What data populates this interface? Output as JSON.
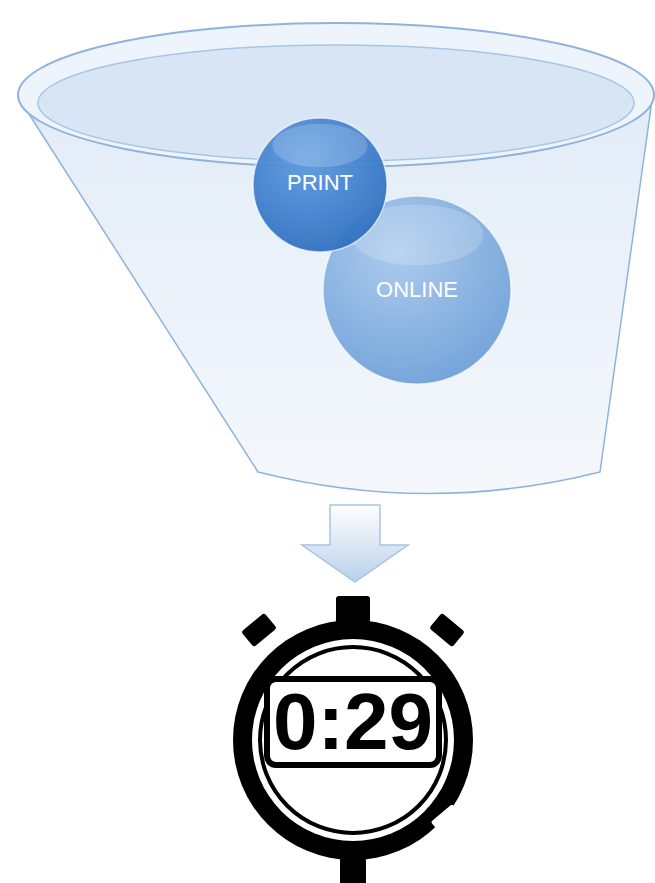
{
  "diagram": {
    "nodes": [
      {
        "text": [
          "PRINT"
        ]
      },
      {
        "text": [
          "ONLINE"
        ]
      },
      {
        "text": [
          "0:29"
        ]
      }
    ]
  }
}
